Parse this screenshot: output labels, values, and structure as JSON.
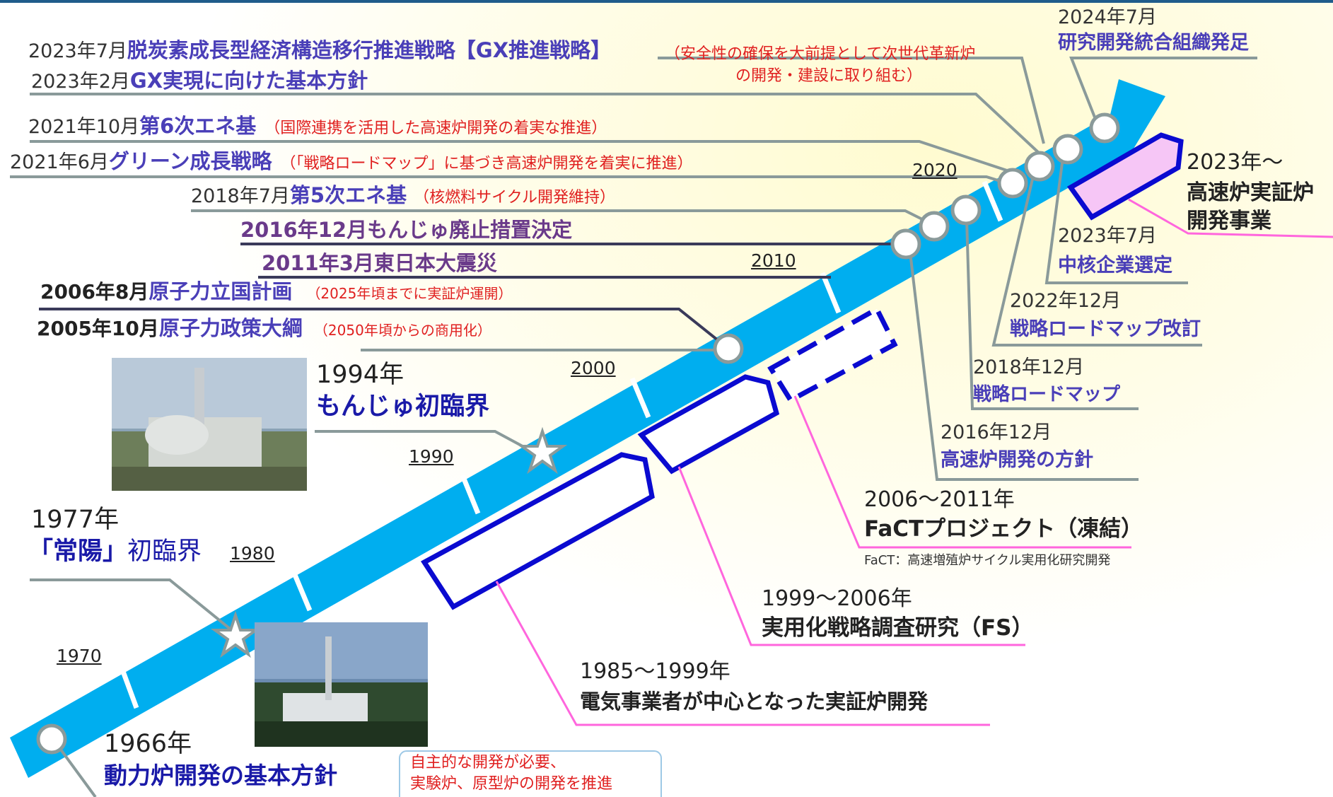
{
  "timeline_axis": {
    "decades": [
      "1970",
      "1980",
      "1990",
      "2000",
      "2010",
      "2020"
    ]
  },
  "events_top": [
    {
      "date": "2023年7月",
      "title": "脱炭素成長型経済構造移行推進戦略【GX推進戦略】",
      "note_line1": "（安全性の確保を大前提として次世代革新炉",
      "note_line2": "の開発・建設に取り組む）"
    },
    {
      "date": "2023年2月",
      "title": "GX実現に向けた基本方針"
    },
    {
      "date": "2021年10月",
      "title": "第6次エネ基",
      "note": "（国際連携を活用した高速炉開発の着実な推進）"
    },
    {
      "date": "2021年6月",
      "title": "グリーン成長戦略",
      "note": "（「戦略ロードマップ」に基づき高速炉開発を着実に推進）"
    },
    {
      "date": "2018年7月",
      "title": "第5次エネ基",
      "note": "（核燃料サイクル開発維持）"
    },
    {
      "label": "2016年12月もんじゅ廃止措置決定"
    },
    {
      "label": "2011年3月東日本大震災"
    },
    {
      "date": "2006年8月",
      "title": "原子力立国計画",
      "note": "（2025年頃までに実証炉運開）"
    },
    {
      "date": "2005年10月",
      "title": "原子力政策大綱",
      "note": "（2050年頃からの商用化）"
    }
  ],
  "events_right": [
    {
      "date": "2024年7月",
      "title": "研究開発統合組織発足"
    },
    {
      "date": "2023年7月",
      "title": "中核企業選定"
    },
    {
      "date": "2022年12月",
      "title": "戦略ロードマップ改訂"
    },
    {
      "date": "2018年12月",
      "title": "戦略ロードマップ"
    },
    {
      "date": "2016年12月",
      "title": "高速炉開発の方針"
    }
  ],
  "project_current": {
    "line1": "2023年～",
    "line2": "高速炉実証炉",
    "line3": "開発事業"
  },
  "milestones": {
    "monju": {
      "date": "1994年",
      "title": "もんじゅ初臨界"
    },
    "joyo": {
      "date": "1977年",
      "title_bracket": "「常陽」",
      "title_rest": "初臨界"
    },
    "basic": {
      "date": "1966年",
      "title": "動力炉開発の基本方針"
    }
  },
  "projects": [
    {
      "period": "2006～2011年",
      "title": "FaCTプロジェクト（凍結）",
      "note": "FaCT：高速増殖炉サイクル実用化研究開発"
    },
    {
      "period": "1999～2006年",
      "title": "実用化戦略調査研究（FS）"
    },
    {
      "period": "1985～1999年",
      "title": "電気事業者が中心となった実証炉開発"
    }
  ],
  "callout": {
    "line1": "自主的な開発が必要、",
    "line2": "実験炉、原型炉の開発を推進"
  },
  "colors": {
    "arrow": "#00aeef",
    "project_outline": "#0a0ad0",
    "pink": "#ff66dd",
    "leader": "#8a9a9a",
    "title_blue": "#1a1aa8",
    "note_red": "#e02020"
  }
}
